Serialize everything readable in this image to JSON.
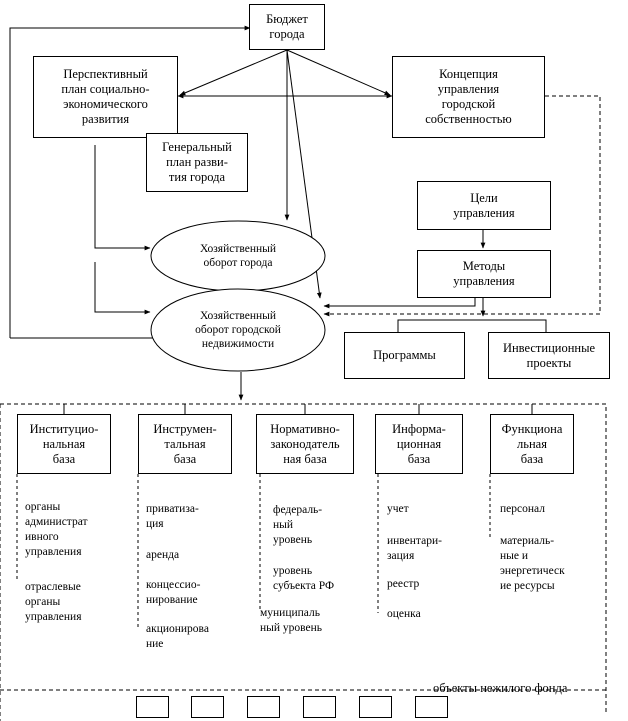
{
  "nodes": {
    "budget": "Бюджет\nгорода",
    "perspective_plan": "Перспективный\nплан социально-\nэкономического\nразвития",
    "concept": "Концепция\nуправления\nгородской\nсобственностью",
    "general_plan": "Генеральный\nплан разви-\nтия города",
    "goals": "Цели\nуправления",
    "methods": "Методы\nуправления",
    "economic_turnover": "Хозяйственный\nоборот города",
    "real_estate_turnover": "Хозяйственный\nоборот городской\nнедвижимости",
    "programs": "Программы",
    "investment": "Инвестиционные\nпроекты"
  },
  "bases": [
    {
      "title": "Институцио-\nнальная\nбаза",
      "items": [
        "органы\nадминистрат\nивного\nуправления",
        "отраслевые\nорганы\nуправления"
      ]
    },
    {
      "title": "Инструмен-\nтальная\nбаза",
      "items": [
        "приватиза-\nция",
        "аренда",
        "концессио-\nнирование",
        "акционирова\nние"
      ]
    },
    {
      "title": "Нормативно-\nзаконодатель\nная  база",
      "items": [
        "федераль-\nный\nуровень",
        "уровень\nсубъекта РФ",
        "муниципаль\nный уровень"
      ]
    },
    {
      "title": "Информа-\nционная\nбаза",
      "items": [
        "учет",
        "инвентари-\nзация",
        "реестр",
        "оценка"
      ]
    },
    {
      "title": "Функциона\nльная\nбаза",
      "items": [
        "персонал",
        "материаль-\nные и\nэнергетическ\nие ресурсы"
      ]
    }
  ],
  "footer_caption": "объекты нежилого фонда"
}
